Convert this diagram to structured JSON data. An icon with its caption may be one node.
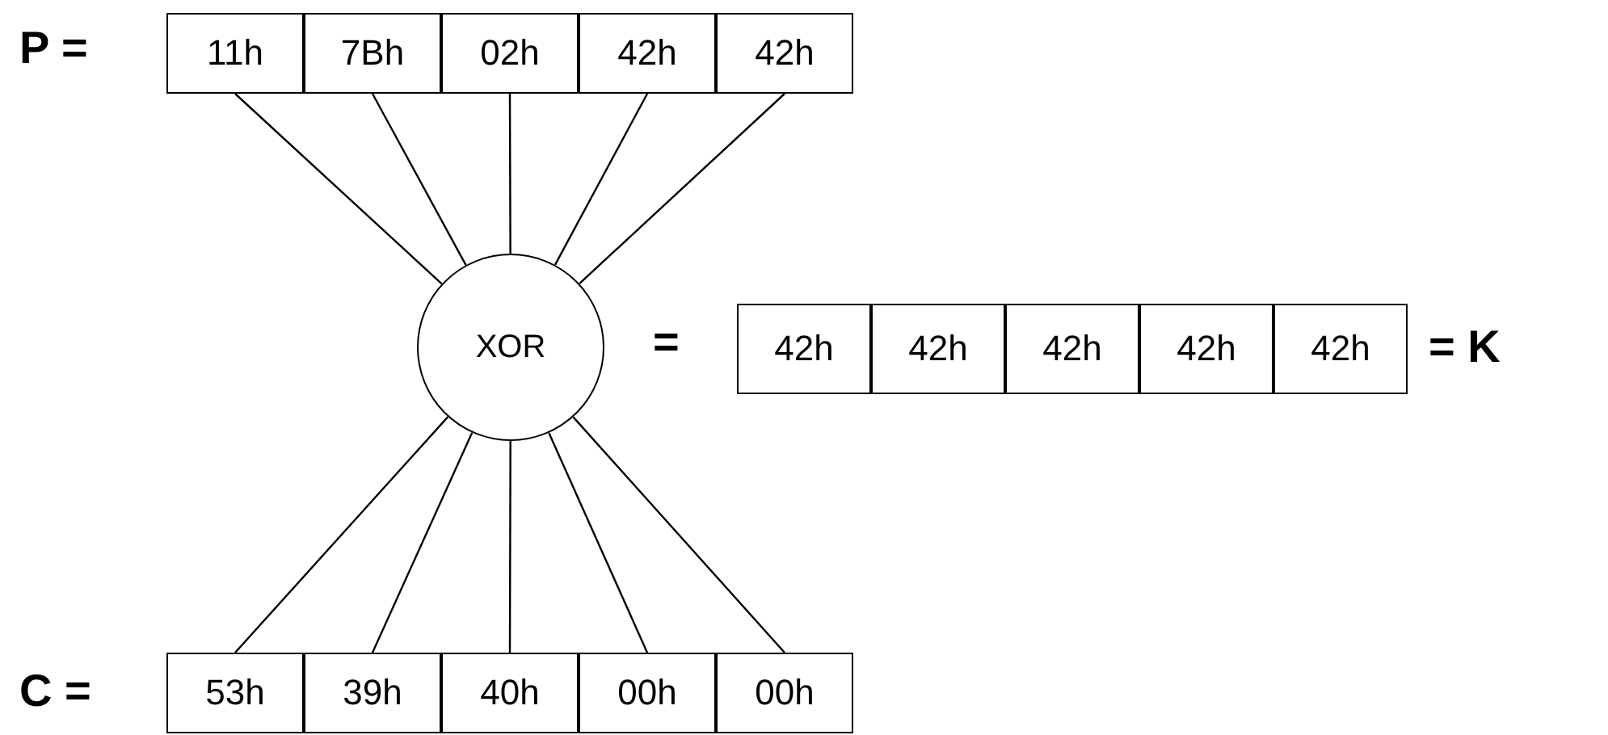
{
  "diagram": {
    "nodes": [
      {
        "text": [
          "11h"
        ]
      },
      {
        "text": [
          "7Bh"
        ]
      },
      {
        "text": [
          "02h"
        ]
      },
      {
        "text": [
          "42h"
        ]
      },
      {
        "text": [
          "42h"
        ]
      },
      {
        "text": [
          "XOR"
        ]
      },
      {
        "text": [
          "42h"
        ]
      },
      {
        "text": [
          "42h"
        ]
      },
      {
        "text": [
          "42h"
        ]
      },
      {
        "text": [
          "42h"
        ]
      },
      {
        "text": [
          "42h"
        ]
      },
      {
        "text": [
          "53h"
        ]
      },
      {
        "text": [
          "39h"
        ]
      },
      {
        "text": [
          "40h"
        ]
      },
      {
        "text": [
          "00h"
        ]
      },
      {
        "text": [
          "00h"
        ]
      }
    ],
    "edges": [
      {
        "from": 0,
        "to": 5,
        "arrow": "none"
      },
      {
        "from": 1,
        "to": 5,
        "arrow": "none"
      },
      {
        "from": 2,
        "to": 5,
        "arrow": "none"
      },
      {
        "from": 3,
        "to": 5,
        "arrow": "none"
      },
      {
        "from": 4,
        "to": 5,
        "arrow": "none"
      },
      {
        "from": 5,
        "to": 11,
        "arrow": "none"
      },
      {
        "from": 5,
        "to": 12,
        "arrow": "none"
      },
      {
        "from": 5,
        "to": 13,
        "arrow": "none"
      },
      {
        "from": 5,
        "to": 14,
        "arrow": "none"
      },
      {
        "from": 5,
        "to": 15,
        "arrow": "none"
      }
    ],
    "labels": [
      "P =",
      "=",
      "= K",
      "C ="
    ]
  }
}
